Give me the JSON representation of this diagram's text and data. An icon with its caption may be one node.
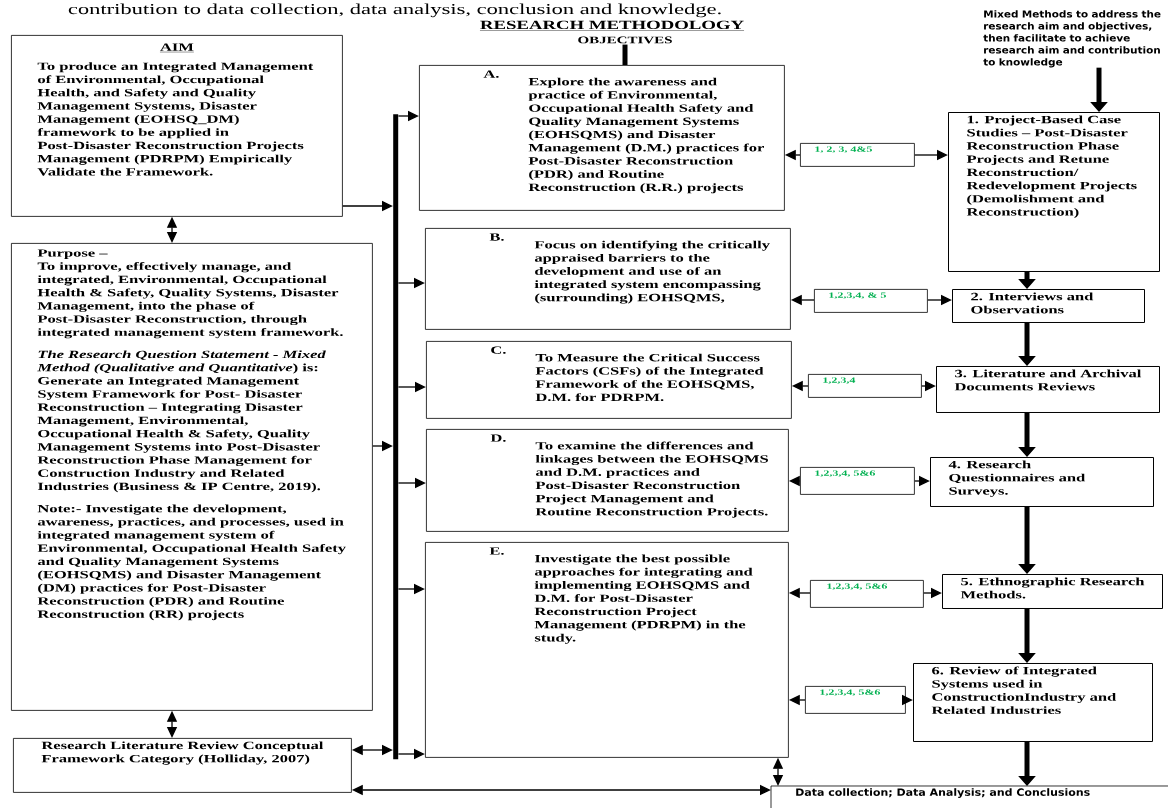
{
  "diagram": {
    "title": "RESEARCH METHODOLOGY",
    "nodes": [
      {
        "text": [
          "AIM",
          "To produce an Integrated Management of Environmental, Occupational Health, and Safety and Quality Management Systems, Disaster Management (EOHSQ_DM) framework to be applied in Post-Disaster Reconstruction Projects Management (PDRPM) Empirically Validate the Framework."
        ]
      },
      {
        "text": [
          "Purpose –",
          "To improve, effectively manage, and integrated, Environmental, Occupational Health & Safety, Quality Systems, Disaster Management, into the phase of Post-Disaster Reconstruction, through integrated management system framework.",
          "*The Research Question Statement - Mixed Method (Qualitative and Quantitative*) is: Generate an Integrated Management System Framework for Post- Disaster Reconstruction – Integrating Disaster Management, Environmental, Occupational Health & Safety, Quality Management Systems into Post-Disaster Reconstruction Phase Management for Construction Industry and Related Industries (Business & IP Centre, 2019).",
          "Note:- Investigate the development, awareness, practices, and processes, used in integrated management system of Environmental, Occupational Health Safety and Quality Management Systems (EOHSQMS) and Disaster Management (DM) practices for Post-Disaster Reconstruction (PDR) and Routine Reconstruction (RR) projects"
        ]
      },
      {
        "text": [
          "Research Literature Review Conceptual Framework Category (Holliday, 2007)"
        ]
      },
      {
        "text": [
          "OBJECTIVES"
        ]
      },
      {
        "text": [
          "A.",
          "Explore the awareness and practice of Environmental, Occupational Health Safety and Quality Management Systems (EOHSQMS) and Disaster Management (D.M.) practices for Post-Disaster Reconstruction (PDR) and Routine Reconstruction (R.R.) projects"
        ]
      },
      {
        "text": [
          "B.",
          "Focus on identifying the critically appraised barriers to the development and use of an integrated system encompassing (surrounding) EOHSQMS,"
        ]
      },
      {
        "text": [
          "C.",
          "To Measure the Critical Success Factors (CSFs) of the Integrated Framework of the EOHSQMS, D.M. for PDRPM."
        ]
      },
      {
        "text": [
          "D.",
          "To examine the differences and linkages between the EOHSQMS and D.M. practices and Post-Disaster Reconstruction Project Management and Routine Reconstruction Projects."
        ]
      },
      {
        "text": [
          "E.",
          "Investigate the best possible approaches for integrating and implementing EOHSQMS and D.M. for Post-Disaster Reconstruction Project Management (PDRPM) in the study."
        ]
      },
      {
        "text": [],
        "shape": "bar"
      },
      {
        "text": [
          "Mixed Methods to address the research aim and objectives, then facilitate to achieve research aim and contribution to knowledge"
        ]
      },
      {
        "text": [
          "1. Project-Based Case Studies – Post-Disaster Reconstruction Phase Projects and Retune Reconstruction/ Redevelopment Projects (Demolishment and Reconstruction)"
        ]
      },
      {
        "text": [
          "2. Interviews and Observations"
        ]
      },
      {
        "text": [
          "3. Literature and Archival Documents Reviews"
        ]
      },
      {
        "text": [
          "4. Research Questionnaires and Surveys."
        ]
      },
      {
        "text": [
          "5. Ethnographic Research Methods."
        ]
      },
      {
        "text": [
          "6. Review of Integrated Systems used in ConstructionIndustry and Related Industries"
        ]
      },
      {
        "text": [
          "1, 2, 3, 4&5"
        ]
      },
      {
        "text": [
          "1,2,3,4, & 5"
        ]
      },
      {
        "text": [
          "1,2,3,4"
        ]
      },
      {
        "text": [
          "1,2,3,4, 5&6"
        ]
      },
      {
        "text": [
          "1,2,3,4, 5&6"
        ]
      },
      {
        "text": [
          "1,2,3,4, 5&6"
        ]
      },
      {
        "text": [
          "Data collection; Data Analysis; and Conclusions"
        ]
      }
    ],
    "edges": [
      {
        "from": 0,
        "to": 1,
        "arrow": "both"
      },
      {
        "from": 1,
        "to": 2,
        "arrow": "both"
      },
      {
        "from": 0,
        "to": 9,
        "arrow": "to"
      },
      {
        "from": 1,
        "to": 9,
        "arrow": "to"
      },
      {
        "from": 2,
        "to": 9,
        "arrow": "both"
      },
      {
        "from": 3,
        "to": 4,
        "arrow": "none",
        "style": "thick"
      },
      {
        "from": 9,
        "to": 4,
        "arrow": "to"
      },
      {
        "from": 9,
        "to": 5,
        "arrow": "to"
      },
      {
        "from": 9,
        "to": 6,
        "arrow": "to"
      },
      {
        "from": 9,
        "to": 7,
        "arrow": "to"
      },
      {
        "from": 9,
        "to": 8,
        "arrow": "to"
      },
      {
        "from": 9,
        "to": 8,
        "arrow": "to"
      },
      {
        "from": 17,
        "to": 4,
        "arrow": "to"
      },
      {
        "from": 17,
        "to": 11,
        "arrow": "to"
      },
      {
        "from": 18,
        "to": 5,
        "arrow": "to"
      },
      {
        "from": 18,
        "to": 12,
        "arrow": "to"
      },
      {
        "from": 19,
        "to": 6,
        "arrow": "to"
      },
      {
        "from": 19,
        "to": 13,
        "arrow": "to"
      },
      {
        "from": 20,
        "to": 7,
        "arrow": "to"
      },
      {
        "from": 20,
        "to": 14,
        "arrow": "to"
      },
      {
        "from": 21,
        "to": 8,
        "arrow": "to"
      },
      {
        "from": 21,
        "to": 15,
        "arrow": "to"
      },
      {
        "from": 22,
        "to": 8,
        "arrow": "to"
      },
      {
        "from": 22,
        "to": 16,
        "arrow": "to"
      },
      {
        "from": 10,
        "to": 11,
        "arrow": "to",
        "style": "thick"
      },
      {
        "from": 11,
        "to": 12,
        "arrow": "to",
        "style": "thick"
      },
      {
        "from": 12,
        "to": 13,
        "arrow": "to",
        "style": "thick"
      },
      {
        "from": 13,
        "to": 14,
        "arrow": "to",
        "style": "thick"
      },
      {
        "from": 14,
        "to": 15,
        "arrow": "to",
        "style": "thick"
      },
      {
        "from": 15,
        "to": 16,
        "arrow": "to",
        "style": "thick"
      },
      {
        "from": 16,
        "to": 23,
        "arrow": "to",
        "style": "thick"
      },
      {
        "from": 2,
        "to": 23,
        "arrow": "both"
      },
      {
        "from": 8,
        "to": 23,
        "arrow": "both"
      }
    ],
    "labels": [
      "contribution to data collection, data analysis, conclusion and knowledge."
    ]
  }
}
